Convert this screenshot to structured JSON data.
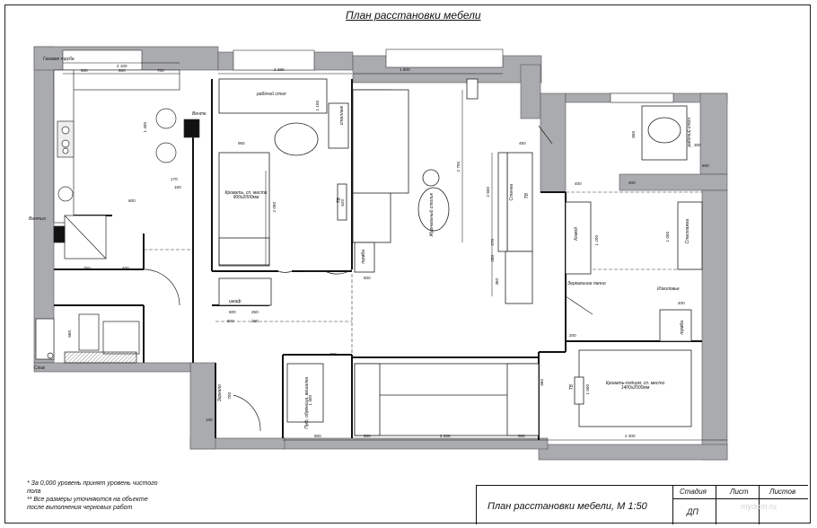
{
  "title": "План расстановки мебели",
  "labels": {
    "gas_pipe": "Газовая труба",
    "vent1": "Вентк.",
    "vent2": "Вентил.",
    "desk": "рабочий стол",
    "shelves": "стеллаж",
    "bed": "Кровать, сп. место 900х2000мм",
    "tv": "ТВ",
    "coffee_table": "Журнальный столик",
    "tumba": "тумба",
    "wall_unit": "Стенка",
    "mirror_panel": "Зеркальное панно",
    "dresser": "Комод",
    "shelving": "Стеллажка",
    "work_desk": "рабочий стол",
    "headboard": "Изголовье",
    "podium_bed": "Кровать-подиум, сп. место 1400х2000мм",
    "cabinet": "шкаф",
    "mirror": "Зеркало",
    "pouf": "Пуф, обувница, вешалка",
    "drain": "Слив"
  },
  "dims": {
    "d2100": "2 100",
    "d600a": "600",
    "d600b": "600",
    "d700a": "700",
    "d2280": "2 280",
    "d1800": "1 800",
    "d950": "950",
    "d450a": "450",
    "d600c": "600",
    "d400a": "400",
    "d750": "750",
    "d400b": "400",
    "d500a": "500",
    "d250": "250",
    "d500b": "500",
    "d250b": "250",
    "d450b": "450",
    "d500c": "500",
    "d900": "900",
    "d500d": "500",
    "d2200": "2 200",
    "d500e": "500",
    "d2300": "2 300",
    "d600d": "600",
    "d400c": "400",
    "d200": "200",
    "d400d": "400",
    "d130": "130",
    "d300": "300",
    "d150": "150",
    "d170": "170",
    "d700b": "700",
    "d1400": "1 400",
    "d2050": "2 050",
    "d2700": "2 700",
    "d2600": "2 600",
    "d1500": "1 500",
    "d1300": "1 300",
    "d1000": "1 000",
    "d1200": "1 200",
    "d280": "280",
    "d270": "270",
    "d880": "880",
    "d620": "620",
    "d680": "680",
    "d1100": "1 100",
    "d800": "800",
    "d460": "460"
  },
  "notes": [
    "* За 0,000 уровень принят уровень чистого",
    "пола",
    "** Все размеры уточняются на объекте",
    "после выполнения черновых работ"
  ],
  "stamp": {
    "sheet_title": "План расстановки мебели, М 1:50",
    "h_stage": "Стадия",
    "h_sheet": "Лист",
    "h_sheets": "Листов",
    "stage": "ДП"
  },
  "watermark": "mydom.ru"
}
